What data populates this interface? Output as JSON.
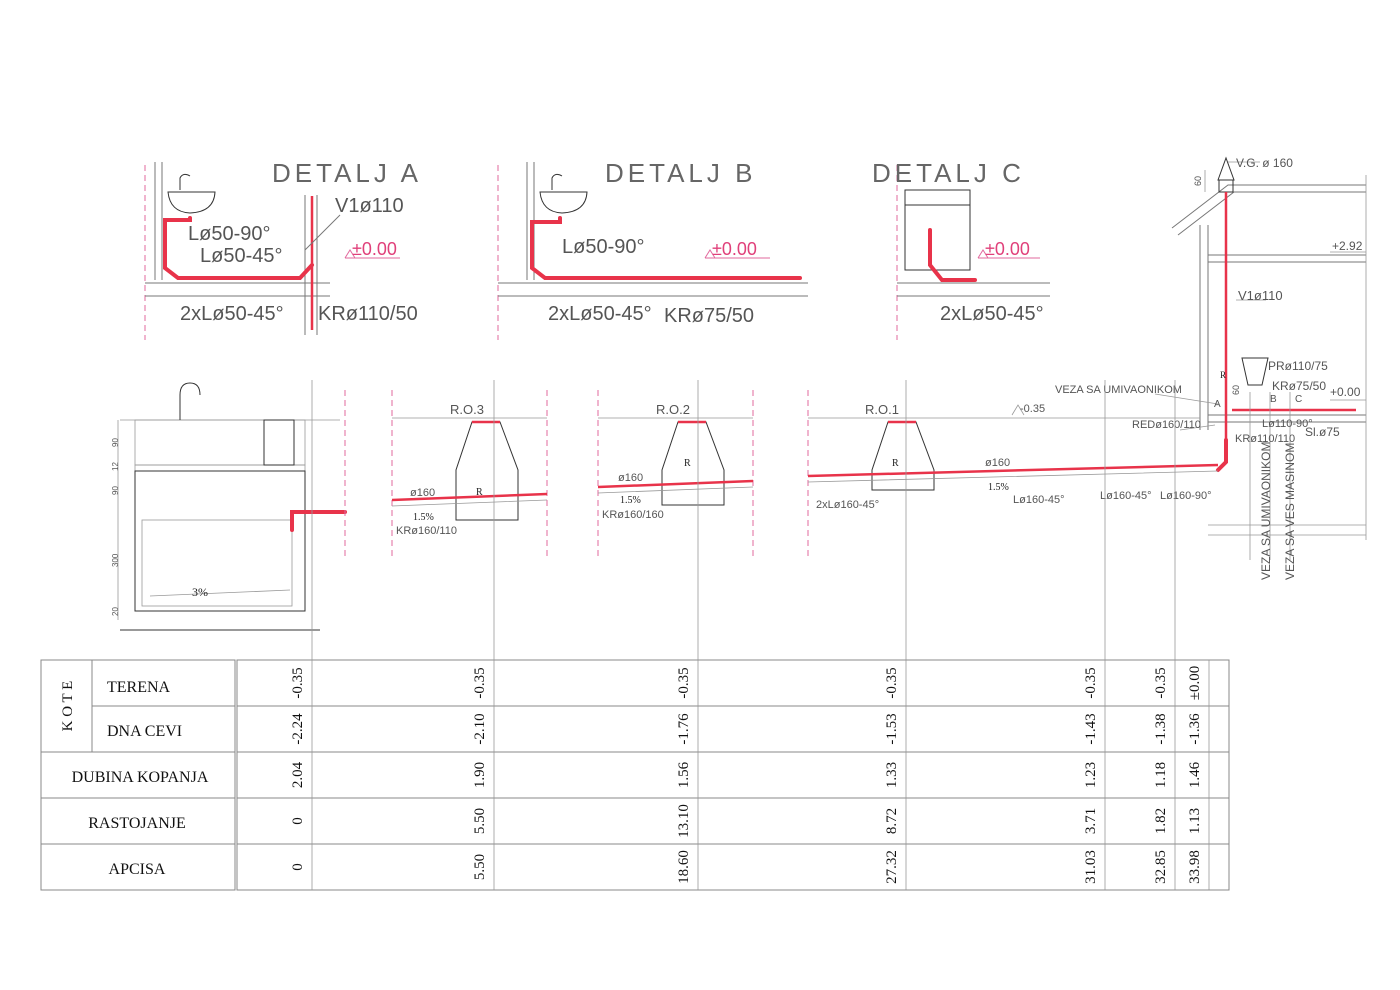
{
  "details": {
    "a": {
      "title": "DETALJ A",
      "labels": [
        "V1ø110",
        "Lø50-90°",
        "Lø50-45°",
        "2xLø50-45°",
        "KRø110/50"
      ],
      "level": "±0.00"
    },
    "b": {
      "title": "DETALJ B",
      "labels": [
        "Lø50-90°",
        "2xLø50-45°",
        "KRø75/50"
      ],
      "level": "±0.00"
    },
    "c": {
      "title": "DETALJ C",
      "labels": [
        "2xLø50-45°"
      ],
      "level": "±0.00"
    }
  },
  "vertical": {
    "labels": [
      "V.G. ø 160",
      "+2.92",
      "V1ø110",
      "PRø110/75",
      "KRø75/50",
      "+0.00",
      "VEZA SA UMIVAONIKOM",
      "REDø160/110",
      "KRø110/110",
      "Lø110-90°",
      "Sl.ø75",
      "A",
      "B",
      "C",
      "R",
      "60",
      "60"
    ],
    "rotated": [
      "VEZA SA UMIVAONIKOM",
      "VEZA SA VES MASINOM"
    ]
  },
  "profile": {
    "manholes": [
      "R.O.3",
      "R.O.2",
      "R.O.1"
    ],
    "labels": [
      "ø160",
      "1.5%",
      "KRø160/110",
      "ø160",
      "1.5%",
      "KRø160/160",
      "2xLø160-45°",
      "ø160",
      "1.5%",
      "Lø160-45°",
      "Lø160-45°",
      "Lø160-90°",
      "-0.35",
      "R",
      "R",
      "R"
    ],
    "tank_slope": "3%",
    "tank_dims": [
      "90",
      "12",
      "90",
      "300",
      "20"
    ]
  },
  "table": {
    "group_label": "K O T E",
    "rows": [
      "TERENA",
      "DNA CEVI",
      "DUBINA KOPANJA",
      "RASTOJANJE",
      "APCISA"
    ],
    "columns": [
      {
        "terena": "-0.35",
        "dna_cevi": "-2.24",
        "dubina": "2.04",
        "rastojanje": "0",
        "apcisa": "0"
      },
      {
        "terena": "-0.35",
        "dna_cevi": "-2.10",
        "dubina": "1.90",
        "rastojanje": "5.50",
        "apcisa": "5.50"
      },
      {
        "terena": "-0.35",
        "dna_cevi": "-1.76",
        "dubina": "1.56",
        "rastojanje": "13.10",
        "apcisa": "18.60"
      },
      {
        "terena": "-0.35",
        "dna_cevi": "-1.53",
        "dubina": "1.33",
        "rastojanje": "8.72",
        "apcisa": "27.32"
      },
      {
        "terena": "-0.35",
        "dna_cevi": "-1.43",
        "dubina": "1.23",
        "rastojanje": "3.71",
        "apcisa": "31.03"
      },
      {
        "terena": "-0.35",
        "dna_cevi": "-1.38",
        "dubina": "1.18",
        "rastojanje": "1.82",
        "apcisa": "32.85"
      },
      {
        "terena": "±0.00",
        "dna_cevi": "-1.36",
        "dubina": "1.46",
        "rastojanje": "1.13",
        "apcisa": "33.98"
      }
    ]
  }
}
